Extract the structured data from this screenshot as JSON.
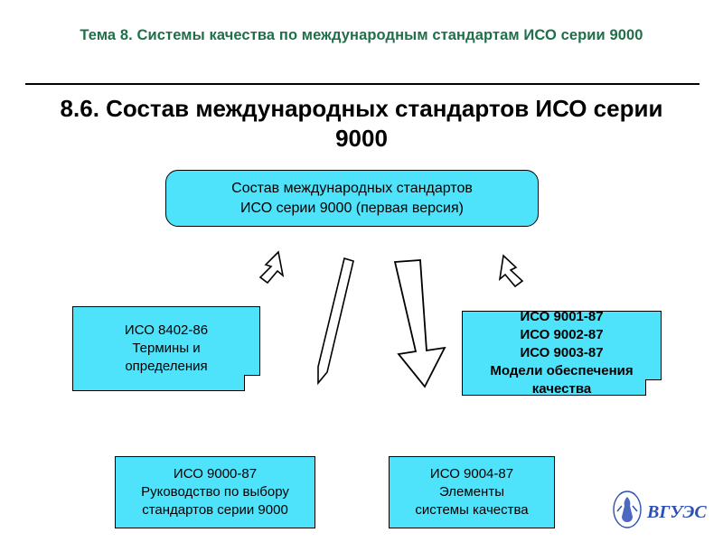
{
  "slide": {
    "topic_title": "Тема 8. Системы качества по международным стандартам ИСО серии 9000",
    "main_title": "8.6. Состав международных стандартов ИСО серии 9000",
    "boxes": {
      "root": "Состав международных стандартов\nИСО серии 9000 (первая версия)",
      "left": "ИСО 8402-86\nТермины и\nопределения",
      "right": "ИСО 9001-87\nИСО 9002-87\nИСО 9003-87\nМодели обеспечения\nкачества",
      "bottom_left": "ИСО 9000-87\nРуководство по выбору\nстандартов серии 9000",
      "bottom_right": "ИСО 9004-87\nЭлементы\nсистемы качества"
    },
    "colors": {
      "box_fill": "#4FE3FB",
      "topic_title": "#1F6F4A",
      "text": "#000000",
      "logo": "#2B4FB5"
    },
    "logo": {
      "text": "ВГУЭС",
      "figure": "statue-icon"
    }
  }
}
